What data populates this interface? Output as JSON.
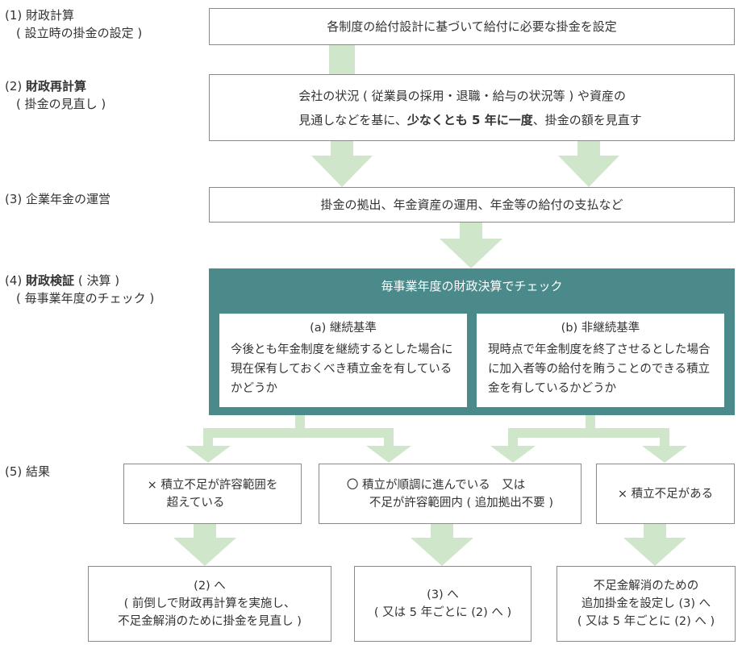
{
  "stages": {
    "s1": {
      "num": "(1)",
      "title": "財政計算",
      "sub": "( 設立時の掛金の設定 )"
    },
    "s2": {
      "num": "(2)",
      "title": "財政再計算",
      "sub": "( 掛金の見直し )"
    },
    "s3": {
      "num": "(3)",
      "title": "企業年金の運営"
    },
    "s4": {
      "num": "(4)",
      "title": "財政検証",
      "title_suffix": "( 決算 )",
      "sub": "( 毎事業年度のチェック )"
    },
    "s5": {
      "num": "(5)",
      "title": "結果"
    }
  },
  "boxes": {
    "b1": "各制度の給付設計に基づいて給付に必要な掛金を設定",
    "b2": {
      "line1": "会社の状況 ( 従業員の採用・退職・給与の状況等 ) や資産の",
      "line2_pre": "見通しなどを基に、",
      "line2_bold": "少なくとも 5 年に一度",
      "line2_post": "、掛金の額を見直す"
    },
    "b3": "掛金の拠出、年金資産の運用、年金等の給付の支払など"
  },
  "check": {
    "title": "毎事業年度の財政決算でチェック",
    "a": {
      "title": "(a) 継続基準",
      "body": "今後とも年金制度を継続するとした場合に現在保有しておくべき積立金を有しているかどうか"
    },
    "b": {
      "title": "(b) 非継続基準",
      "body": "現時点で年金制度を終了させるとした場合に加入者等の給付を賄うことのできる積立金を有しているかどうか"
    }
  },
  "results": {
    "r1": {
      "line1": "× 積立不足が許容範囲を",
      "line2": "超えている"
    },
    "r2": {
      "line1": "〇 積立が順調に進んでいる　又は",
      "line2": "不足が許容範囲内 ( 追加拠出不要 )"
    },
    "r3": {
      "line1": "× 積立不足がある"
    }
  },
  "outcomes": {
    "o1": {
      "line1": "(2) へ",
      "line2": "( 前倒しで財政再計算を実施し、",
      "line3": "不足金解消のために掛金を見直し )"
    },
    "o2": {
      "line1": "(3) へ",
      "line2": "( 又は 5 年ごとに (2) へ )"
    },
    "o3": {
      "line1": "不足金解消のための",
      "line2": "追加掛金を設定し (3) へ",
      "line3": "( 又は 5 年ごとに (2) へ )"
    }
  },
  "colors": {
    "arrow": "#cfe6cb",
    "teal": "#4a8a8a",
    "border": "#8a8a8a",
    "text": "#333333"
  }
}
